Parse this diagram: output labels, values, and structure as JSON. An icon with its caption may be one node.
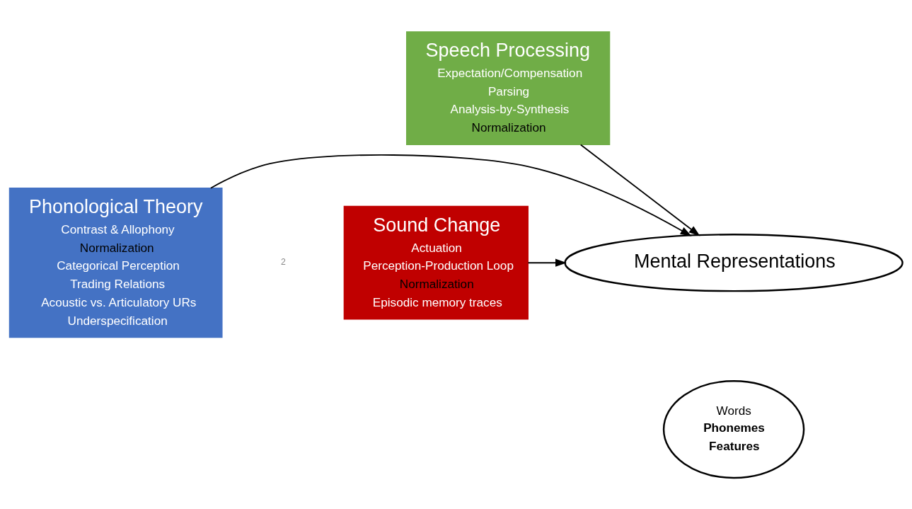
{
  "diagram": {
    "nodes": [
      {
        "text": [
          "Phonological Theory",
          "Contrast & Allophony",
          "Normalization",
          "Categorical Perception",
          "Trading Relations",
          "Acoustic vs. Articulatory URs",
          "Underspecification"
        ]
      },
      {
        "text": [
          "Mental Representations"
        ]
      },
      {
        "text": [
          "Words",
          "Phonemes",
          "Features"
        ]
      },
      {
        "text": [
          "Sound Change",
          "Actuation",
          "Perception-Production Loop",
          "Normalization",
          "Episodic memory traces"
        ]
      },
      {
        "text": [
          "Speech Processing",
          "Expectation/Compensation",
          "Parsing",
          "Analysis-by-Synthesis",
          "Normalization"
        ]
      }
    ],
    "edges": [
      {
        "from": 0,
        "to": 1,
        "arrow": "to"
      },
      {
        "from": 3,
        "to": 1,
        "arrow": "to"
      },
      {
        "from": 4,
        "to": 1,
        "arrow": "to"
      }
    ],
    "labels": [
      "2"
    ]
  }
}
